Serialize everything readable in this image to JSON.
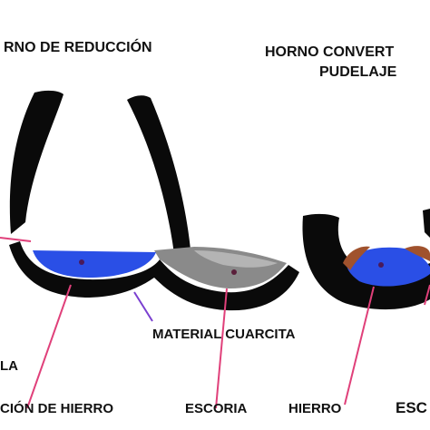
{
  "labels": {
    "left_title": "RNO DE REDUCCIÓN",
    "right_title_line1": "HORNO CONVERT",
    "right_title_line2": "PUDELAJE",
    "material_cuarcita": "MATERIAL CUARCITA",
    "left_edge_a": "LA",
    "cion_de_hierro": "CIÓN DE HIERRO",
    "escoria_left": "ESCORIA",
    "hierro_right": "HIERRO",
    "escoria_right": "ESC"
  },
  "colors": {
    "wall": "#0a0a0a",
    "iron": "#2a4fe6",
    "iron_dark": "#1a2f9e",
    "slag": "#8a8a8a",
    "slag_light": "#b4b4b4",
    "pointer": "#e0407a",
    "pointer_violet": "#7a3fd0",
    "copper": "#a0522d",
    "background": "#ffffff"
  }
}
